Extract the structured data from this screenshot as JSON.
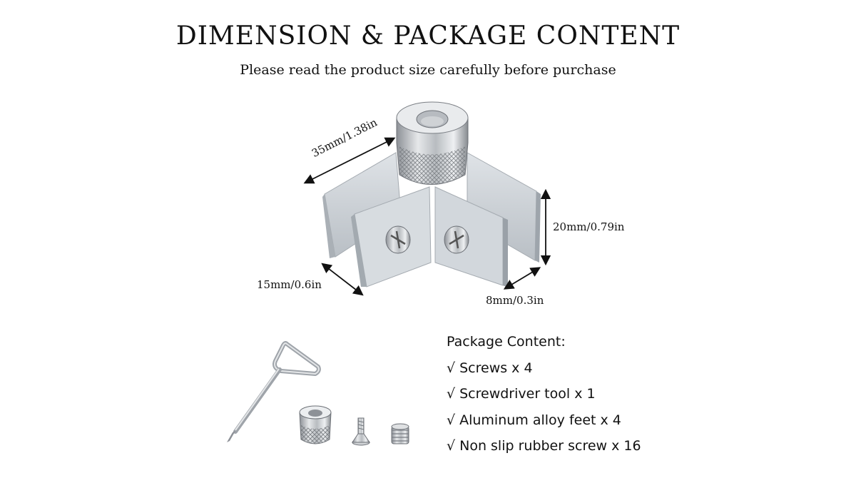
{
  "header": {
    "title": "DIMENSION & PACKAGE CONTENT",
    "subtitle": "Please read the product size carefully before purchase"
  },
  "dimensions": {
    "top": "35mm/1.38in",
    "right": "20mm/0.79in",
    "left": "15mm/0.6in",
    "bottom": "8mm/0.3in"
  },
  "package": {
    "heading": "Package Content:",
    "check_mark": "√",
    "items": [
      "Screws x 4",
      "Screwdriver tool x 1",
      "Aluminum alloy feet x 4",
      "Non slip rubber screw x 16"
    ]
  },
  "colors": {
    "aluminum": "#c9ced3",
    "aluminum_dark": "#9ea5ac",
    "chrome": "#d8dadd"
  }
}
